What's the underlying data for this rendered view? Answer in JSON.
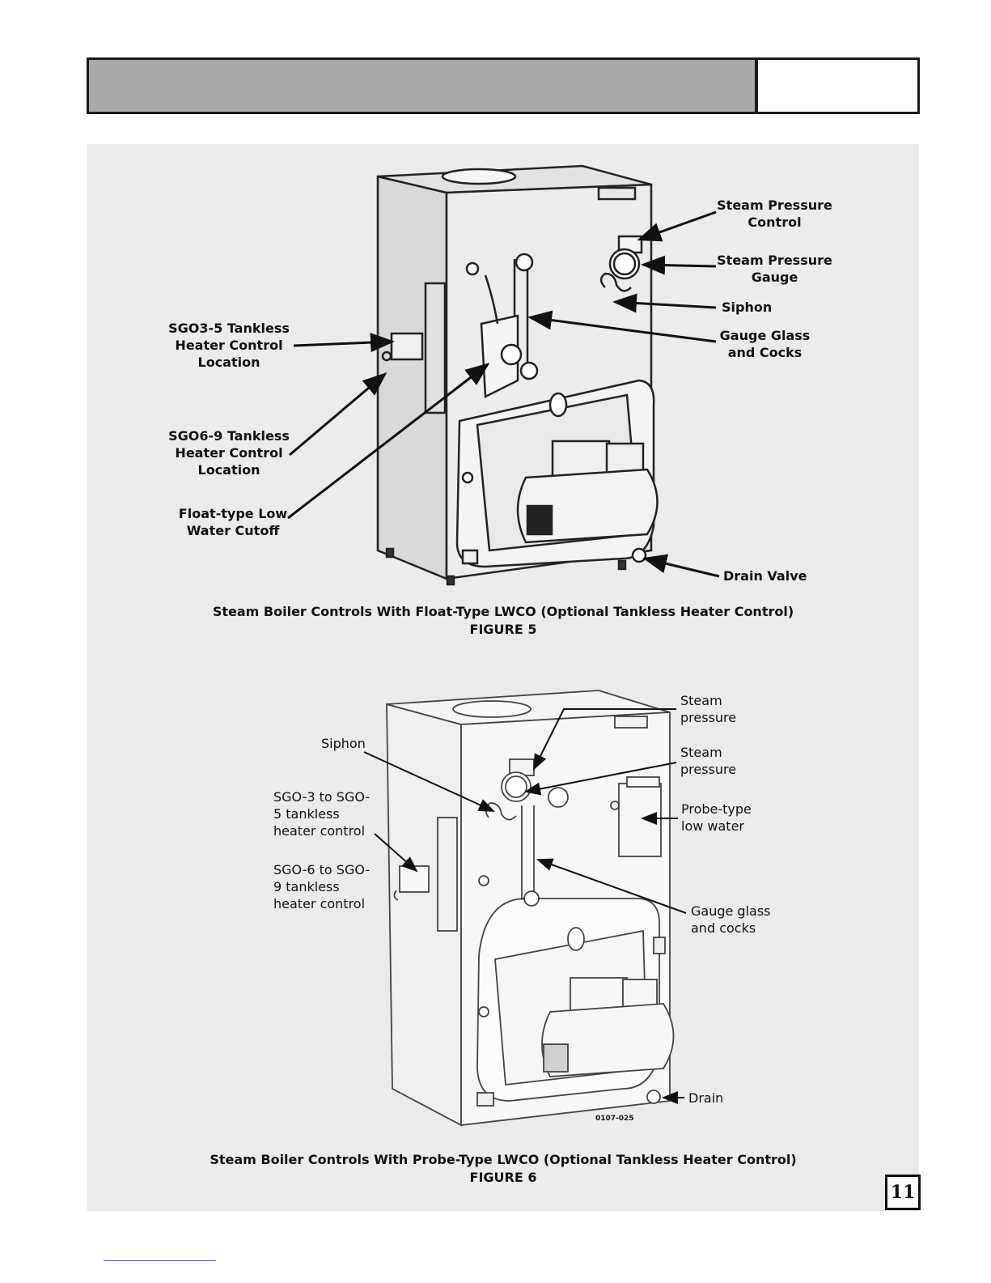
{
  "figure5": {
    "labels": {
      "steam_pressure_control": "Steam Pressure\nControl",
      "steam_pressure_gauge": "Steam Pressure\nGauge",
      "siphon": "Siphon",
      "gauge_glass_cocks": "Gauge Glass\nand Cocks",
      "sgo3_5": "SGO3-5 Tankless\nHeater Control\nLocation",
      "sgo6_9": "SGO6-9 Tankless\nHeater Control\nLocation",
      "float_lwco": "Float-type Low\nWater Cutoff",
      "drain_valve": "Drain Valve"
    },
    "caption_line1": "Steam Boiler Controls With Float-Type LWCO (Optional Tankless Heater Control)",
    "caption_line2": "FIGURE 5"
  },
  "figure6": {
    "labels": {
      "steam_pressure_1": "Steam\npressure",
      "steam_pressure_2": "Steam\npressure",
      "siphon": "Siphon",
      "sgo3_sgo5": "SGO-3 to SGO-\n5 tankless\nheater control",
      "sgo6_sgo9": "SGO-6 to SGO-\n9 tankless\nheater control",
      "probe_lwco": "Probe-type\nlow water",
      "gauge_glass_cocks": "Gauge glass\nand cocks",
      "drain": "Drain",
      "drawing_code": "0107-025"
    },
    "caption_line1": "Steam Boiler Controls With Probe-Type LWCO (Optional Tankless Heater Control)",
    "caption_line2": "FIGURE 6"
  },
  "page_number": "11"
}
